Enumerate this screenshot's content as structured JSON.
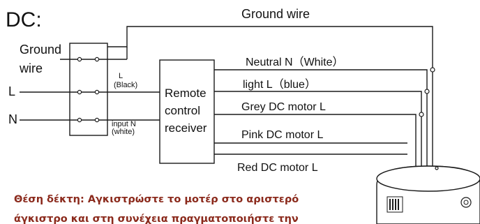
{
  "title": "DC:",
  "terminal_block_label_line1": "Ground",
  "terminal_block_label_line2": "wire",
  "inputs": {
    "l": "L",
    "n": "N"
  },
  "between_labels": {
    "l_line1": "L",
    "l_line2": "(Black)",
    "input_line1": "input  N",
    "input_line2": "(white)"
  },
  "receiver": {
    "line1": "Remote",
    "line2": "control",
    "line3": "receiver"
  },
  "wires": {
    "ground": "Ground wire",
    "neutral": "Neutral  N（White）",
    "light": "light L（blue）",
    "grey": "Grey DC motor L",
    "pink": "Pink DC motor L",
    "red": "Red DC motor L"
  },
  "note": {
    "line1": "Θέση δέκτη: Αγκιστρώστε το μοτέρ στο αριστερό",
    "line2": "άγκιστρο και στη συνέχεια πραγματοποιήστε την"
  },
  "colors": {
    "line": "#1a1a1a",
    "note_text": "#8b2a1c",
    "background": "#ffffff"
  }
}
